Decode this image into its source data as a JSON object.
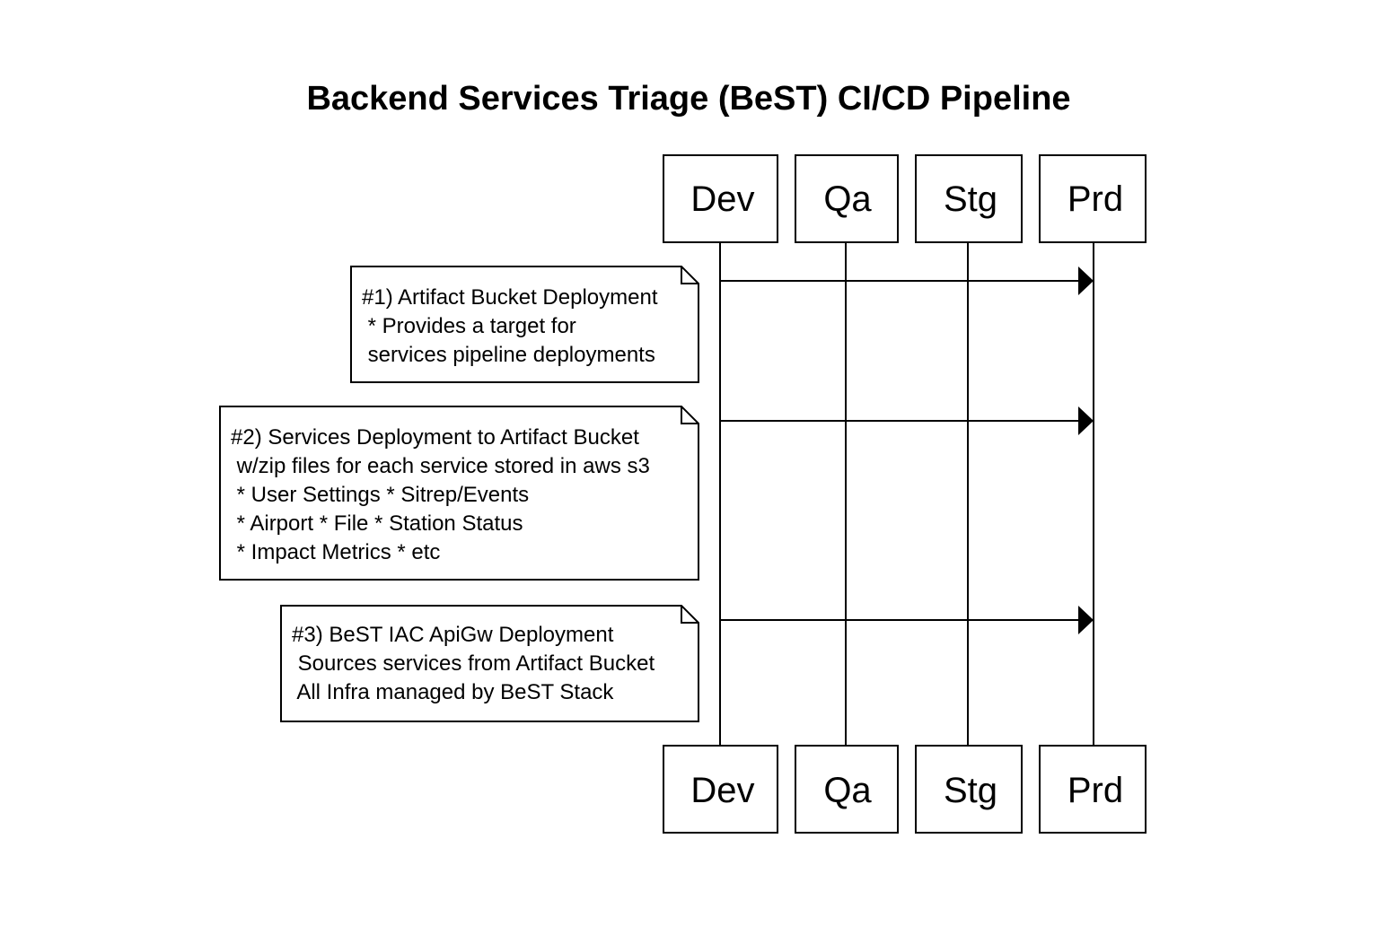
{
  "diagram": {
    "title": "Backend Services Triage (BeST) CI/CD Pipeline",
    "participants": [
      {
        "id": "dev",
        "label": "Dev"
      },
      {
        "id": "qa",
        "label": "Qa"
      },
      {
        "id": "stg",
        "label": "Stg"
      },
      {
        "id": "prd",
        "label": "Prd"
      }
    ],
    "messages": [
      {
        "from": "dev",
        "to": "prd"
      },
      {
        "from": "dev",
        "to": "prd"
      },
      {
        "from": "dev",
        "to": "prd"
      }
    ],
    "notes": [
      {
        "lines": [
          "#1) Artifact Bucket Deployment",
          " * Provides a target for",
          " services pipeline deployments"
        ]
      },
      {
        "lines": [
          "#2) Services Deployment to Artifact Bucket",
          " w/zip files for each service stored in aws s3",
          " * User Settings * Sitrep/Events",
          " * Airport * File * Station Status",
          " * Impact Metrics * etc"
        ]
      },
      {
        "lines": [
          "#3) BeST IAC ApiGw Deployment",
          " Sources services from Artifact Bucket",
          " All Infra managed by BeST Stack"
        ]
      }
    ]
  }
}
